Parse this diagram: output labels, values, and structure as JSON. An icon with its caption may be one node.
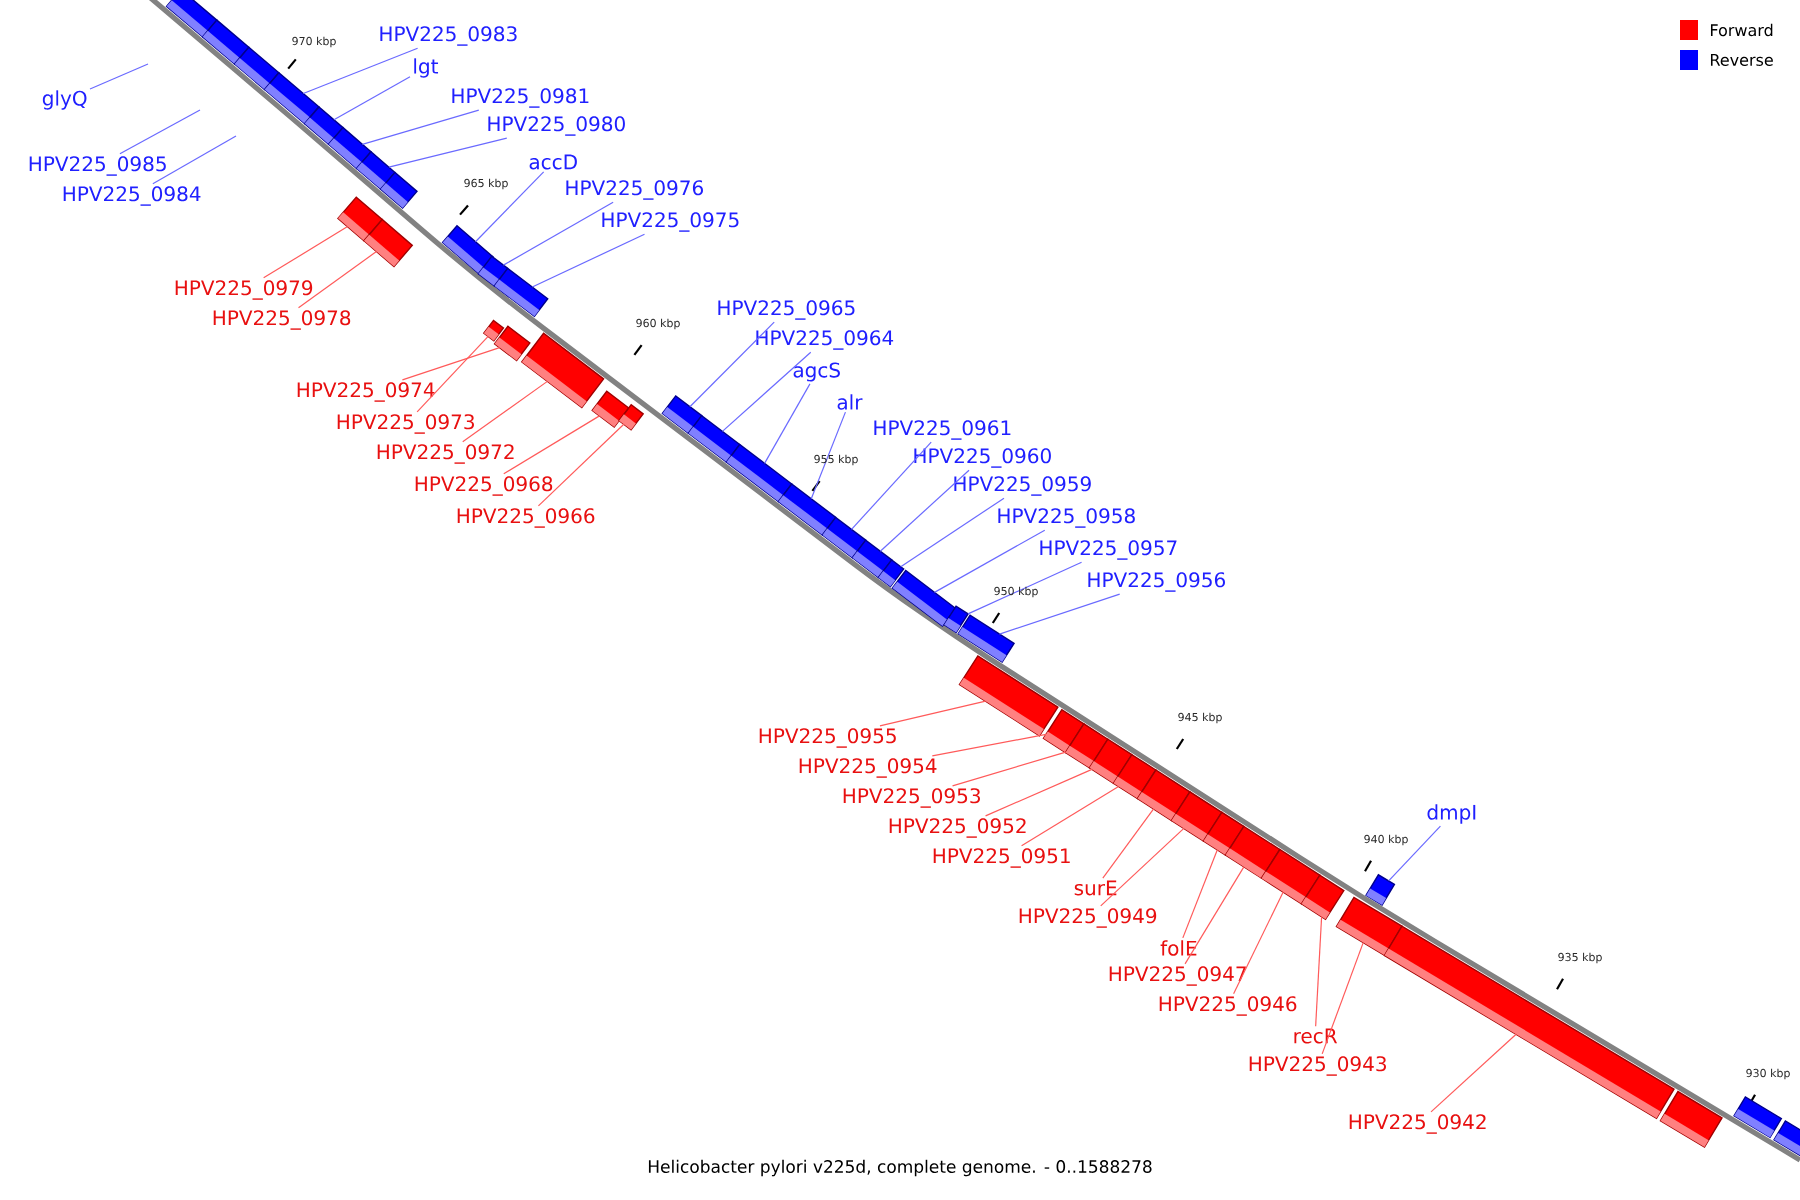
{
  "diagram": {
    "caption": "Helicobacter pylori v225d, complete genome. - 0..1588278",
    "nodes": [
      {
        "text": [
          "glyQ"
        ]
      },
      {
        "text": [
          "HPV225_0985"
        ]
      },
      {
        "text": [
          "HPV225_0984"
        ]
      },
      {
        "text": [],
        "shape": "box"
      },
      {
        "text": [],
        "shape": "box"
      },
      {
        "text": [],
        "shape": "box"
      },
      {
        "text": [
          "HPV225_0983"
        ]
      },
      {
        "text": [],
        "shape": "box"
      },
      {
        "text": [
          "lgt"
        ]
      },
      {
        "text": [],
        "shape": "box"
      },
      {
        "text": [
          "HPV225_0981"
        ]
      },
      {
        "text": [],
        "shape": "box"
      },
      {
        "text": [
          "HPV225_0980"
        ]
      },
      {
        "text": [],
        "shape": "box"
      },
      {
        "text": [],
        "shape": "box"
      },
      {
        "text": [
          "HPV225_0979"
        ]
      },
      {
        "text": [],
        "shape": "box"
      },
      {
        "text": [
          "HPV225_0978"
        ]
      },
      {
        "text": [],
        "shape": "box"
      },
      {
        "text": [
          "accD"
        ]
      },
      {
        "text": [],
        "shape": "box"
      },
      {
        "text": [
          "HPV225_0976"
        ]
      },
      {
        "text": [],
        "shape": "box"
      },
      {
        "text": [
          "HPV225_0975"
        ]
      },
      {
        "text": [],
        "shape": "box"
      },
      {
        "text": [
          "HPV225_0974"
        ]
      },
      {
        "text": [],
        "shape": "box"
      },
      {
        "text": [
          "HPV225_0973"
        ]
      },
      {
        "text": [],
        "shape": "box"
      },
      {
        "text": [
          "HPV225_0972"
        ]
      },
      {
        "text": [],
        "shape": "box"
      },
      {
        "text": [
          "HPV225_0968"
        ]
      },
      {
        "text": [],
        "shape": "box"
      },
      {
        "text": [
          "HPV225_0966"
        ]
      },
      {
        "text": [],
        "shape": "box"
      },
      {
        "text": [
          "HPV225_0965"
        ]
      },
      {
        "text": [],
        "shape": "box"
      },
      {
        "text": [
          "HPV225_0964"
        ]
      },
      {
        "text": [],
        "shape": "box"
      },
      {
        "text": [
          "agcS"
        ]
      },
      {
        "text": [],
        "shape": "box"
      },
      {
        "text": [
          "alr"
        ]
      },
      {
        "text": [],
        "shape": "box"
      },
      {
        "text": [
          "HPV225_0961"
        ]
      },
      {
        "text": [],
        "shape": "box"
      },
      {
        "text": [
          "HPV225_0960"
        ]
      },
      {
        "text": [],
        "shape": "box"
      },
      {
        "text": [
          "HPV225_0959"
        ]
      },
      {
        "text": [],
        "shape": "box"
      },
      {
        "text": [
          "HPV225_0958"
        ]
      },
      {
        "text": [],
        "shape": "box"
      },
      {
        "text": [
          "HPV225_0957"
        ]
      },
      {
        "text": [],
        "shape": "box"
      },
      {
        "text": [
          "HPV225_0956"
        ]
      },
      {
        "text": [],
        "shape": "box"
      },
      {
        "text": [
          "HPV225_0955"
        ]
      },
      {
        "text": [],
        "shape": "box"
      },
      {
        "text": [
          "HPV225_0954"
        ]
      },
      {
        "text": [],
        "shape": "box"
      },
      {
        "text": [
          "HPV225_0953"
        ]
      },
      {
        "text": [],
        "shape": "box"
      },
      {
        "text": [
          "HPV225_0952"
        ]
      },
      {
        "text": [],
        "shape": "box"
      },
      {
        "text": [
          "HPV225_0951"
        ]
      },
      {
        "text": [],
        "shape": "box"
      },
      {
        "text": [
          "surE"
        ]
      },
      {
        "text": [],
        "shape": "box"
      },
      {
        "text": [
          "HPV225_0949"
        ]
      },
      {
        "text": [],
        "shape": "box"
      },
      {
        "text": [
          "folE"
        ]
      },
      {
        "text": [],
        "shape": "box"
      },
      {
        "text": [
          "HPV225_0947"
        ]
      },
      {
        "text": [],
        "shape": "box"
      },
      {
        "text": [
          "HPV225_0946"
        ]
      },
      {
        "text": [],
        "shape": "box"
      },
      {
        "text": [
          "recR"
        ]
      },
      {
        "text": [],
        "shape": "box"
      },
      {
        "text": [
          "dmpI"
        ]
      },
      {
        "text": [],
        "shape": "box"
      },
      {
        "text": [
          "HPV225_0943"
        ]
      },
      {
        "text": [],
        "shape": "box"
      },
      {
        "text": [
          "HPV225_0942"
        ]
      },
      {
        "text": [],
        "shape": "box"
      },
      {
        "text": [],
        "shape": "box"
      },
      {
        "text": [],
        "shape": "box"
      },
      {
        "text": [],
        "shape": "box"
      }
    ],
    "edges": [
      {
        "from": 0,
        "to": null,
        "arrow": "none",
        "color": "#6a6aff"
      },
      {
        "from": 1,
        "to": null,
        "arrow": "none",
        "color": "#6a6aff"
      },
      {
        "from": 2,
        "to": null,
        "arrow": "none",
        "color": "#6a6aff"
      },
      {
        "from": 6,
        "to": 7,
        "arrow": "none",
        "color": "#6a6aff"
      },
      {
        "from": 8,
        "to": 9,
        "arrow": "none",
        "color": "#6a6aff"
      },
      {
        "from": 10,
        "to": 11,
        "arrow": "none",
        "color": "#6a6aff"
      },
      {
        "from": 12,
        "to": 13,
        "arrow": "none",
        "color": "#6a6aff"
      },
      {
        "from": 15,
        "to": 16,
        "arrow": "none",
        "color": "#ff5a5a"
      },
      {
        "from": 17,
        "to": 18,
        "arrow": "none",
        "color": "#ff5a5a"
      },
      {
        "from": 19,
        "to": 20,
        "arrow": "none",
        "color": "#6a6aff"
      },
      {
        "from": 21,
        "to": 22,
        "arrow": "none",
        "color": "#6a6aff"
      },
      {
        "from": 23,
        "to": 24,
        "arrow": "none",
        "color": "#6a6aff"
      },
      {
        "from": 25,
        "to": 26,
        "arrow": "none",
        "color": "#ff5a5a"
      },
      {
        "from": 27,
        "to": 28,
        "arrow": "none",
        "color": "#ff5a5a"
      },
      {
        "from": 29,
        "to": 30,
        "arrow": "none",
        "color": "#ff5a5a"
      },
      {
        "from": 31,
        "to": 32,
        "arrow": "none",
        "color": "#ff5a5a"
      },
      {
        "from": 33,
        "to": 34,
        "arrow": "none",
        "color": "#ff5a5a"
      },
      {
        "from": 35,
        "to": 36,
        "arrow": "none",
        "color": "#6a6aff"
      },
      {
        "from": 37,
        "to": 38,
        "arrow": "none",
        "color": "#6a6aff"
      },
      {
        "from": 39,
        "to": 40,
        "arrow": "none",
        "color": "#6a6aff"
      },
      {
        "from": 41,
        "to": 42,
        "arrow": "none",
        "color": "#6a6aff"
      },
      {
        "from": 43,
        "to": 44,
        "arrow": "none",
        "color": "#6a6aff"
      },
      {
        "from": 45,
        "to": 46,
        "arrow": "none",
        "color": "#6a6aff"
      },
      {
        "from": 47,
        "to": 48,
        "arrow": "none",
        "color": "#6a6aff"
      },
      {
        "from": 49,
        "to": 50,
        "arrow": "none",
        "color": "#6a6aff"
      },
      {
        "from": 51,
        "to": 52,
        "arrow": "none",
        "color": "#6a6aff"
      },
      {
        "from": 53,
        "to": 54,
        "arrow": "none",
        "color": "#6a6aff"
      },
      {
        "from": 55,
        "to": 56,
        "arrow": "none",
        "color": "#ff5a5a"
      },
      {
        "from": 57,
        "to": 58,
        "arrow": "none",
        "color": "#ff5a5a"
      },
      {
        "from": 59,
        "to": 60,
        "arrow": "none",
        "color": "#ff5a5a"
      },
      {
        "from": 61,
        "to": 62,
        "arrow": "none",
        "color": "#ff5a5a"
      },
      {
        "from": 63,
        "to": 64,
        "arrow": "none",
        "color": "#ff5a5a"
      },
      {
        "from": 65,
        "to": 66,
        "arrow": "none",
        "color": "#ff5a5a"
      },
      {
        "from": 67,
        "to": 68,
        "arrow": "none",
        "color": "#ff5a5a"
      },
      {
        "from": 69,
        "to": 70,
        "arrow": "none",
        "color": "#ff5a5a"
      },
      {
        "from": 71,
        "to": 72,
        "arrow": "none",
        "color": "#ff5a5a"
      },
      {
        "from": 73,
        "to": 74,
        "arrow": "none",
        "color": "#ff5a5a"
      },
      {
        "from": 75,
        "to": 76,
        "arrow": "none",
        "color": "#ff5a5a"
      },
      {
        "from": 77,
        "to": 78,
        "arrow": "none",
        "color": "#6a6aff"
      },
      {
        "from": 79,
        "to": 80,
        "arrow": "none",
        "color": "#ff5a5a"
      },
      {
        "from": 81,
        "to": 82,
        "arrow": "none",
        "color": "#ff5a5a"
      }
    ],
    "labels": [
      "970 kbp",
      "965 kbp",
      "960 kbp",
      "955 kbp",
      "950 kbp",
      "945 kbp",
      "940 kbp",
      "935 kbp",
      "930 kbp"
    ],
    "legend": [
      {
        "text": "Forward",
        "color": "#ff0000"
      },
      {
        "text": "Reverse",
        "color": "#0000ff"
      }
    ]
  }
}
